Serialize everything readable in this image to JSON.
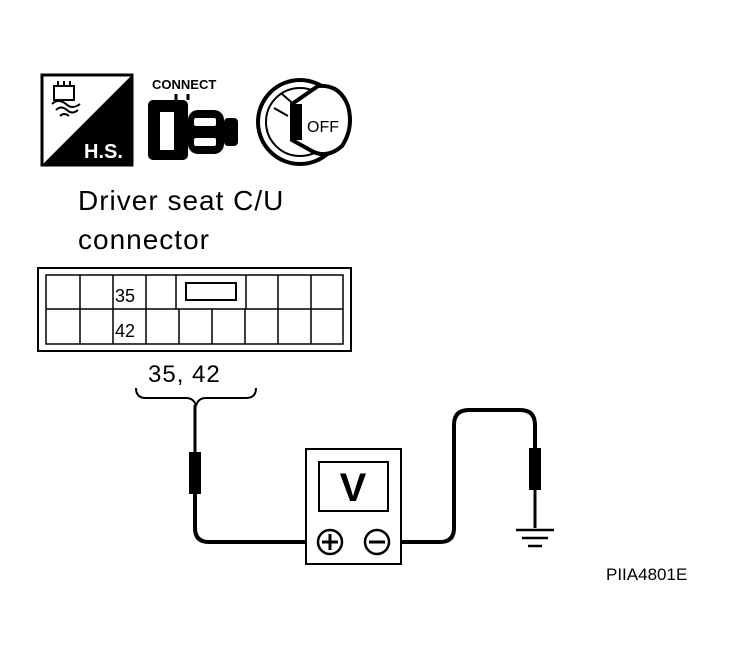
{
  "icons": {
    "harness_label": "H.S.",
    "connect_label": "CONNECT",
    "ignition_label": "OFF"
  },
  "connector": {
    "title_line1": "Driver seat C/U",
    "title_line2": "connector",
    "pin_top": "35",
    "pin_bottom": "42",
    "pins_label": "35, 42"
  },
  "meter": {
    "label": "V"
  },
  "figure_code": "PIIA4801E"
}
